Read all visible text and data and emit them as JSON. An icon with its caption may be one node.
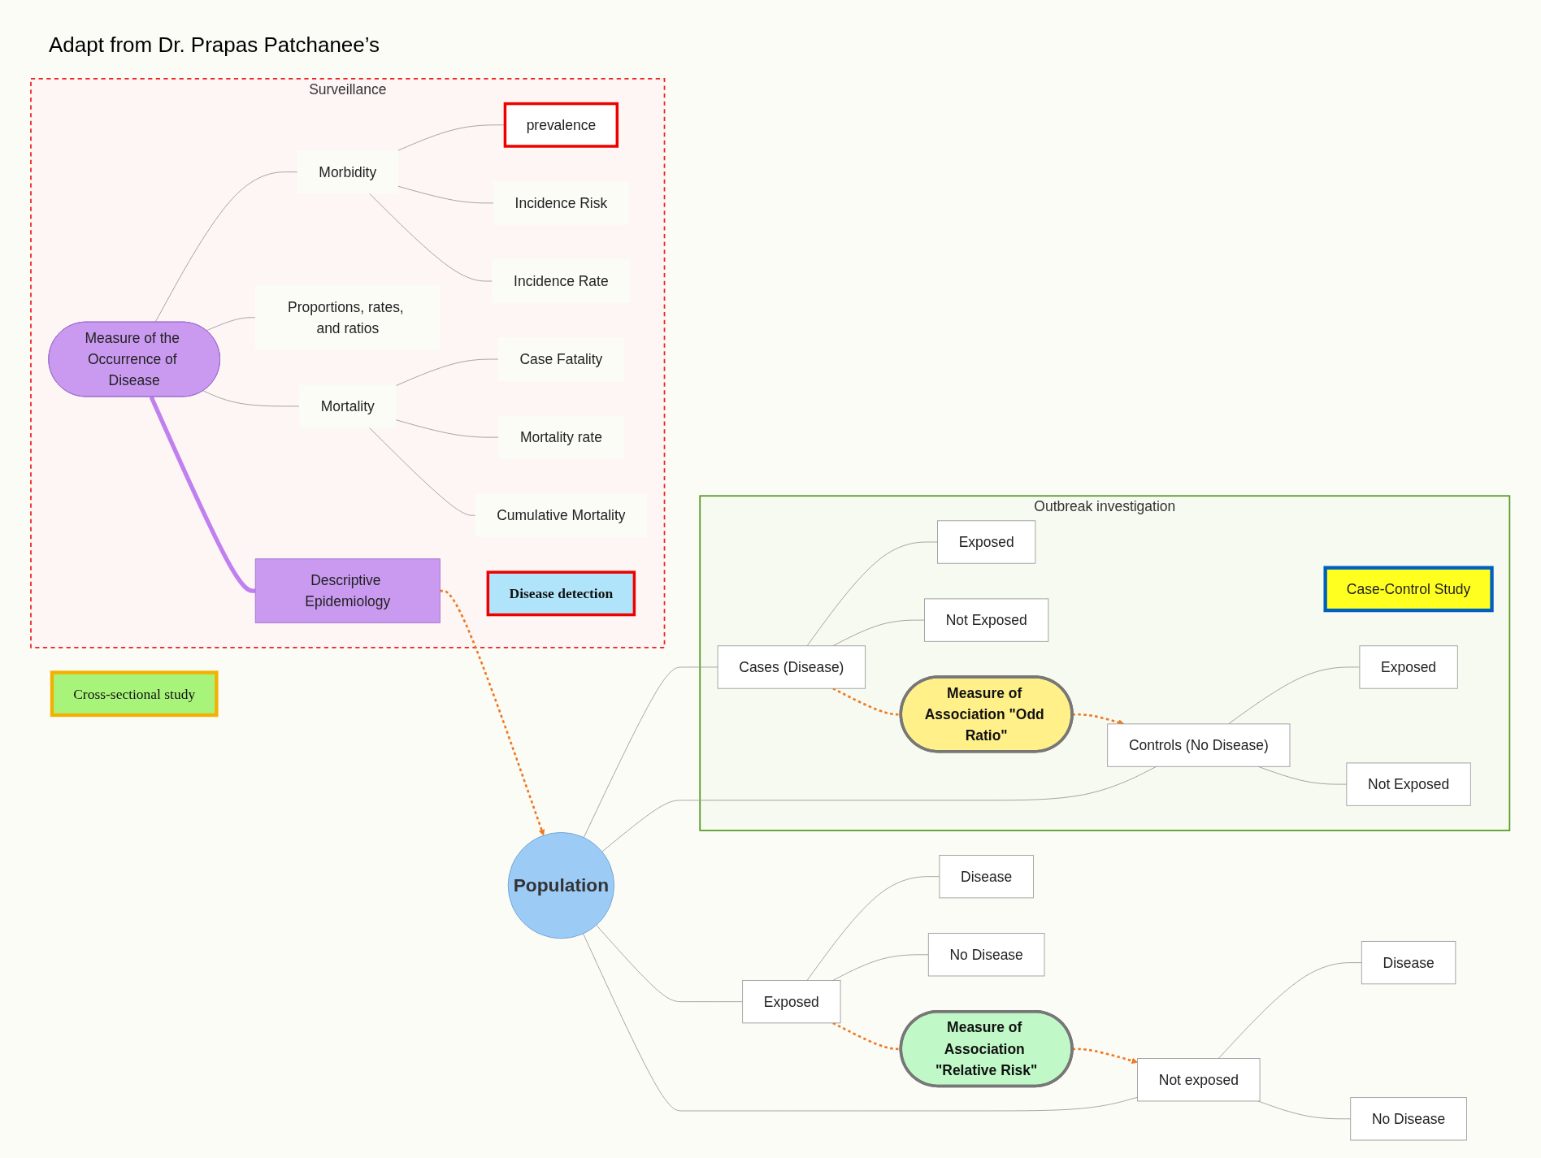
{
  "diagram": {
    "nodes": [
      {
        "text": [
          "Surveillance"
        ]
      },
      {
        "text": [
          "Measure of the Occurrence of Disease"
        ],
        "in": 0
      },
      {
        "text": [
          "Morbidity"
        ],
        "in": 0
      },
      {
        "text": [
          "prevalence"
        ],
        "in": 0
      },
      {
        "text": [
          "Incidence Risk"
        ],
        "in": 0
      },
      {
        "text": [
          "Incidence Rate"
        ],
        "in": 0
      },
      {
        "text": [
          "Mortality"
        ],
        "in": 0
      },
      {
        "text": [
          "Case Fatality"
        ],
        "in": 0
      },
      {
        "text": [
          "Mortality rate"
        ],
        "in": 0
      },
      {
        "text": [
          "Cumulative Mortality"
        ],
        "in": 0
      },
      {
        "text": [
          "Proportions, rates, and ratios"
        ],
        "in": 0
      },
      {
        "text": [
          "Disease detection"
        ],
        "in": 0
      },
      {
        "text": [
          "Descriptive Epidemiology"
        ],
        "in": 0
      },
      {
        "text": [
          "Outbreak investigation"
        ]
      },
      {
        "text": [
          "Case-Control Study"
        ],
        "in": 13
      },
      {
        "text": [
          "Cases (Disease)"
        ],
        "in": 13
      },
      {
        "text": [
          "Exposed"
        ],
        "in": 13
      },
      {
        "text": [
          "Not Exposed"
        ],
        "in": 13
      },
      {
        "text": [
          "Measure of Association \"Odd Ratio\""
        ],
        "in": 13
      },
      {
        "text": [
          "Controls (No Disease)"
        ],
        "in": 13
      },
      {
        "text": [
          "Exposed"
        ],
        "in": 13
      },
      {
        "text": [
          "Not Exposed"
        ],
        "in": 13
      },
      {
        "text": [
          "Population"
        ]
      },
      {
        "text": [
          "Exposed"
        ]
      },
      {
        "text": [
          "Disease"
        ]
      },
      {
        "text": [
          "No Disease"
        ]
      },
      {
        "text": [
          "Measure of Association \"Relative Risk\""
        ]
      },
      {
        "text": [
          "Not exposed"
        ]
      },
      {
        "text": [
          "Disease"
        ]
      },
      {
        "text": [
          "No Disease"
        ]
      },
      {
        "text": [
          "Cross-sectional study"
        ]
      }
    ],
    "edges": [
      {
        "from": 1,
        "to": 2,
        "arrow": "none"
      },
      {
        "from": 2,
        "to": 3,
        "arrow": "none"
      },
      {
        "from": 2,
        "to": 4,
        "arrow": "none"
      },
      {
        "from": 2,
        "to": 5,
        "arrow": "none"
      },
      {
        "from": 1,
        "to": 10,
        "arrow": "none"
      },
      {
        "from": 1,
        "to": 6,
        "arrow": "none"
      },
      {
        "from": 6,
        "to": 7,
        "arrow": "none"
      },
      {
        "from": 6,
        "to": 8,
        "arrow": "none"
      },
      {
        "from": 6,
        "to": 9,
        "arrow": "none"
      },
      {
        "from": 1,
        "to": 12,
        "arrow": "none",
        "style": "thick",
        "color": "#c080f0"
      },
      {
        "from": 12,
        "to": 22,
        "arrow": "to",
        "style": "dashed",
        "color": "#f07820"
      },
      {
        "from": 22,
        "to": 15,
        "arrow": "none"
      },
      {
        "from": 15,
        "to": 16,
        "arrow": "none"
      },
      {
        "from": 15,
        "to": 17,
        "arrow": "none"
      },
      {
        "from": 22,
        "to": 19,
        "arrow": "none"
      },
      {
        "from": 19,
        "to": 20,
        "arrow": "none"
      },
      {
        "from": 19,
        "to": 21,
        "arrow": "none"
      },
      {
        "from": 15,
        "to": 18,
        "arrow": "none",
        "style": "dashed",
        "color": "#f07820"
      },
      {
        "from": 18,
        "to": 19,
        "arrow": "to",
        "style": "dashed",
        "color": "#f07820"
      },
      {
        "from": 22,
        "to": 23,
        "arrow": "none"
      },
      {
        "from": 23,
        "to": 24,
        "arrow": "none"
      },
      {
        "from": 23,
        "to": 25,
        "arrow": "none"
      },
      {
        "from": 22,
        "to": 27,
        "arrow": "none"
      },
      {
        "from": 27,
        "to": 28,
        "arrow": "none"
      },
      {
        "from": 27,
        "to": 29,
        "arrow": "none"
      },
      {
        "from": 23,
        "to": 26,
        "arrow": "none",
        "style": "dashed",
        "color": "#f07820"
      },
      {
        "from": 26,
        "to": 27,
        "arrow": "to",
        "style": "dashed",
        "color": "#f07820"
      }
    ],
    "labels": [
      "Adapt from Dr. Prapas Patchanee’s"
    ]
  }
}
